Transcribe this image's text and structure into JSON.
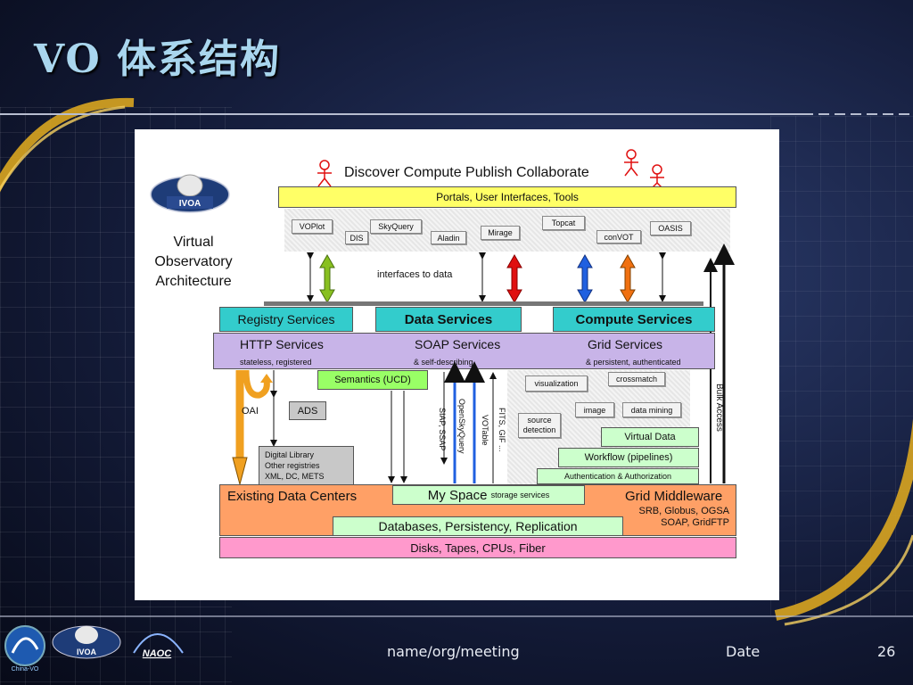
{
  "slide": {
    "title": "VO 体系结构",
    "footer_center": "name/org/meeting",
    "footer_date": "Date",
    "page_number": "26"
  },
  "diagram": {
    "logo_text": "IVOA",
    "heading": "Discover Compute Publish Collaborate",
    "architecture_label": [
      "Virtual",
      "Observatory",
      "Architecture"
    ],
    "portals": "Portals, User Interfaces, Tools",
    "tools": [
      "VOPlot",
      "DIS",
      "SkyQuery",
      "Aladin",
      "Mirage",
      "Topcat",
      "conVOT",
      "OASIS"
    ],
    "interfaces_label": "interfaces to data",
    "registry_services": "Registry Services",
    "data_services": "Data Services",
    "compute_services": "Compute Services",
    "http_services": "HTTP Services",
    "soap_services": "SOAP Services",
    "grid_services": "Grid Services",
    "http_sub": "stateless, registered",
    "soap_sub": "& self-describing",
    "grid_sub": "& persistent, authenticated",
    "semantics": "Semantics (UCD)",
    "oai": "OAI",
    "ads": "ADS",
    "digital_library": [
      "Digital Library",
      "Other registries",
      "XML, DC, METS"
    ],
    "siap_ssap": "SIAP, SSAP",
    "openskyquery": "OpenSkyQuery",
    "votable": "VOTable",
    "fits_gif": "FITS, GIF ...",
    "visualization": "visualization",
    "crossmatch": "crossmatch",
    "image": "image",
    "data_mining": "data mining",
    "source_detection": [
      "source",
      "detection"
    ],
    "virtual_data": "Virtual Data",
    "workflow": "Workflow (pipelines)",
    "auth": "Authentication & Authorization",
    "bulk_access": "Bulk Access",
    "existing_data_centers": "Existing Data Centers",
    "my_space": "My Space",
    "storage_services": "storage services",
    "grid_middleware": "Grid Middleware",
    "grid_middleware_sub": [
      "SRB, Globus, OGSA",
      "SOAP, GridFTP"
    ],
    "databases": "Databases, Persistency, Replication",
    "disks": "Disks, Tapes, CPUs, Fiber"
  },
  "footer_logos": [
    "china-vo",
    "IVOA",
    "NAOC"
  ],
  "colors": {
    "title": "#a9d6ee",
    "portals_bg": "#ffff66",
    "services_teal": "#33cccc",
    "protocols_lavender": "#c8b4e8",
    "semantics_green": "#99ff66",
    "workflow_green": "#ccffcc",
    "data_centers_orange": "#ffa066",
    "databases_green": "#ccffcc",
    "disks_pink": "#ff99cc",
    "arrow_green": "#88c020",
    "arrow_red": "#e01010",
    "arrow_blue": "#2060e0",
    "arrow_orange": "#f07010",
    "oai_orange": "#f0a020"
  }
}
